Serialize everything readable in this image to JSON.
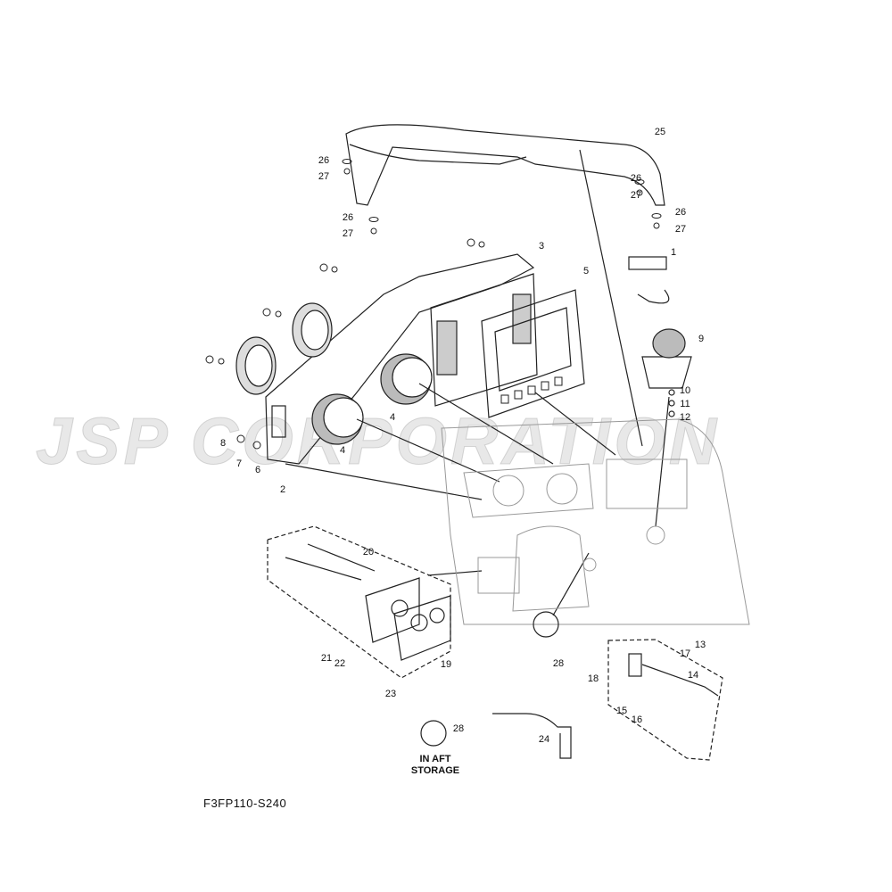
{
  "watermark": "JSP CORPORATION",
  "diagram_code": "F3FP110-S240",
  "storage_note": {
    "line1": "IN AFT",
    "line2": "STORAGE"
  },
  "callouts": [
    "25",
    "26",
    "27",
    "26",
    "27",
    "26",
    "27",
    "26",
    "27",
    "1",
    "3",
    "5",
    "9",
    "10",
    "11",
    "12",
    "4",
    "4",
    "8",
    "7",
    "6",
    "2",
    "20",
    "21",
    "22",
    "19",
    "23",
    "28",
    "13",
    "17",
    "14",
    "18",
    "15",
    "16",
    "24",
    "28"
  ],
  "colors": {
    "line": "#222222",
    "watermark": "#bebebe"
  }
}
